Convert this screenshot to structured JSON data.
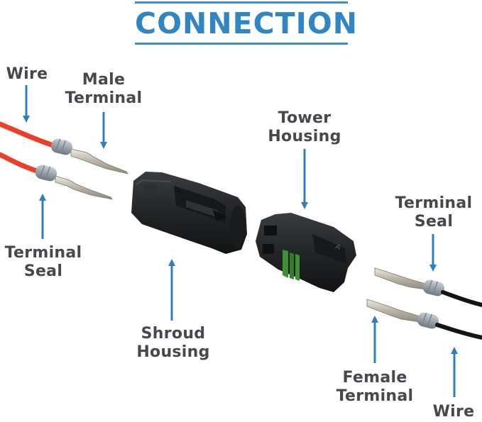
{
  "title": "CONNECTION",
  "labels": {
    "wire_left": "Wire",
    "male_terminal_1": "Male",
    "male_terminal_2": "Terminal",
    "terminal_seal_left_1": "Terminal",
    "terminal_seal_left_2": "Seal",
    "tower_housing_1": "Tower",
    "tower_housing_2": "Housing",
    "terminal_seal_right_1": "Terminal",
    "terminal_seal_right_2": "Seal",
    "shroud_housing_1": "Shroud",
    "shroud_housing_2": "Housing",
    "female_terminal_1": "Female",
    "female_terminal_2": "Terminal",
    "wire_right": "Wire"
  },
  "connector_marks": {
    "tower_letter": "A"
  },
  "colors": {
    "title": "#2f86c3",
    "rule": "#3e8dc4",
    "label_text": "#45484c",
    "arrow": "#2f7fc0",
    "red_wire": "#e8402a",
    "black_wire": "#141414",
    "seal": "#9aa3ab",
    "housing": "#1f2123",
    "terminal": "#c8c4b8",
    "green_seal": "#3f8f36"
  }
}
